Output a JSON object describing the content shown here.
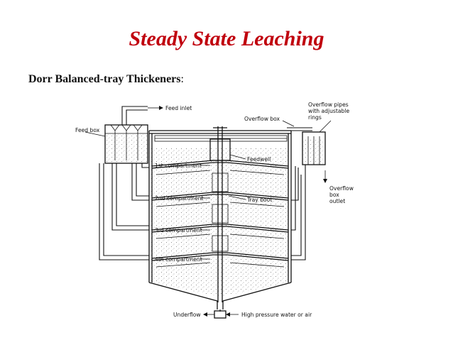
{
  "slide": {
    "title": "Steady State Leaching",
    "subtitle_bold": "Dorr Balanced-tray Thickeners",
    "subtitle_suffix": ":",
    "title_color": "#c0000d"
  },
  "diagram": {
    "labels": {
      "feed_inlet": "Feed inlet",
      "feed_box": "Feed box",
      "overflow_box": "Overflow box",
      "overflow_pipes_1": "Overflow pipes",
      "overflow_pipes_2": "with adjustable",
      "overflow_pipes_3": "rings",
      "feedwell": "Feedwell",
      "tray_boot": "Tray boot",
      "overflow_box_outlet_1": "Overflow",
      "overflow_box_outlet_2": "box",
      "overflow_box_outlet_3": "outlet",
      "compartment_1": "1st compartment",
      "compartment_2": "2nd compartment",
      "compartment_3": "3rd compartment",
      "compartment_4": "4th compartment",
      "underflow": "Underflow",
      "high_pressure": "High pressure water or air"
    }
  }
}
